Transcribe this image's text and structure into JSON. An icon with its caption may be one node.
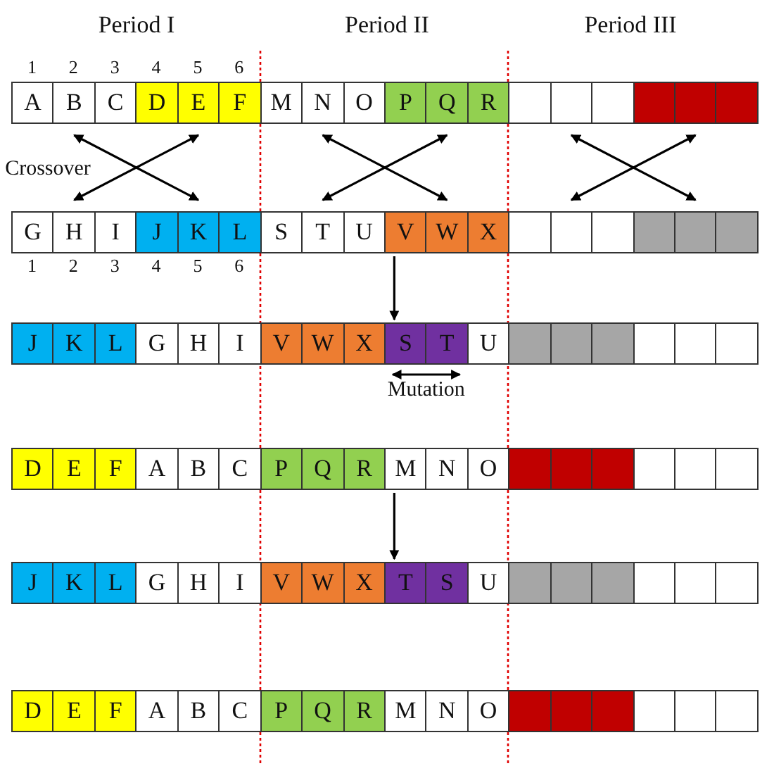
{
  "diagram": {
    "nodes": [
      {
        "text": [
          "A"
        ]
      },
      {
        "text": [
          "B"
        ]
      },
      {
        "text": [
          "C"
        ]
      },
      {
        "text": [
          "D"
        ]
      },
      {
        "text": [
          "E"
        ]
      },
      {
        "text": [
          "F"
        ]
      },
      {
        "text": [
          "M"
        ]
      },
      {
        "text": [
          "N"
        ]
      },
      {
        "text": [
          "O"
        ]
      },
      {
        "text": [
          "P"
        ]
      },
      {
        "text": [
          "Q"
        ]
      },
      {
        "text": [
          "R"
        ]
      },
      {
        "text": [],
        "shape": "box"
      },
      {
        "text": [],
        "shape": "box"
      },
      {
        "text": [],
        "shape": "box"
      },
      {
        "text": [],
        "shape": "box"
      },
      {
        "text": [],
        "shape": "box"
      },
      {
        "text": [],
        "shape": "box"
      },
      {
        "text": [
          "G"
        ]
      },
      {
        "text": [
          "H"
        ]
      },
      {
        "text": [
          "I"
        ]
      },
      {
        "text": [
          "J"
        ]
      },
      {
        "text": [
          "K"
        ]
      },
      {
        "text": [
          "L"
        ]
      },
      {
        "text": [
          "S"
        ]
      },
      {
        "text": [
          "T"
        ]
      },
      {
        "text": [
          "U"
        ]
      },
      {
        "text": [
          "V"
        ]
      },
      {
        "text": [
          "W"
        ]
      },
      {
        "text": [
          "X"
        ]
      },
      {
        "text": [],
        "shape": "box"
      },
      {
        "text": [],
        "shape": "box"
      },
      {
        "text": [],
        "shape": "box"
      },
      {
        "text": [],
        "shape": "box"
      },
      {
        "text": [],
        "shape": "box"
      },
      {
        "text": [],
        "shape": "box"
      },
      {
        "text": [
          "J"
        ]
      },
      {
        "text": [
          "K"
        ]
      },
      {
        "text": [
          "L"
        ]
      },
      {
        "text": [
          "G"
        ]
      },
      {
        "text": [
          "H"
        ]
      },
      {
        "text": [
          "I"
        ]
      },
      {
        "text": [
          "V"
        ]
      },
      {
        "text": [
          "W"
        ]
      },
      {
        "text": [
          "X"
        ]
      },
      {
        "text": [
          "S"
        ]
      },
      {
        "text": [
          "T"
        ]
      },
      {
        "text": [
          "U"
        ]
      },
      {
        "text": [],
        "shape": "box"
      },
      {
        "text": [],
        "shape": "box"
      },
      {
        "text": [],
        "shape": "box"
      },
      {
        "text": [],
        "shape": "box"
      },
      {
        "text": [],
        "shape": "box"
      },
      {
        "text": [],
        "shape": "box"
      },
      {
        "text": [
          "D"
        ]
      },
      {
        "text": [
          "E"
        ]
      },
      {
        "text": [
          "F"
        ]
      },
      {
        "text": [
          "A"
        ]
      },
      {
        "text": [
          "B"
        ]
      },
      {
        "text": [
          "C"
        ]
      },
      {
        "text": [
          "P"
        ]
      },
      {
        "text": [
          "Q"
        ]
      },
      {
        "text": [
          "R"
        ]
      },
      {
        "text": [
          "M"
        ]
      },
      {
        "text": [
          "N"
        ]
      },
      {
        "text": [
          "O"
        ]
      },
      {
        "text": [],
        "shape": "box"
      },
      {
        "text": [],
        "shape": "box"
      },
      {
        "text": [],
        "shape": "box"
      },
      {
        "text": [],
        "shape": "box"
      },
      {
        "text": [],
        "shape": "box"
      },
      {
        "text": [],
        "shape": "box"
      },
      {
        "text": [
          "J"
        ]
      },
      {
        "text": [
          "K"
        ]
      },
      {
        "text": [
          "L"
        ]
      },
      {
        "text": [
          "G"
        ]
      },
      {
        "text": [
          "H"
        ]
      },
      {
        "text": [
          "I"
        ]
      },
      {
        "text": [
          "V"
        ]
      },
      {
        "text": [
          "W"
        ]
      },
      {
        "text": [
          "X"
        ]
      },
      {
        "text": [
          "T"
        ]
      },
      {
        "text": [
          "S"
        ]
      },
      {
        "text": [
          "U"
        ]
      },
      {
        "text": [],
        "shape": "box"
      },
      {
        "text": [],
        "shape": "box"
      },
      {
        "text": [],
        "shape": "box"
      },
      {
        "text": [],
        "shape": "box"
      },
      {
        "text": [],
        "shape": "box"
      },
      {
        "text": [],
        "shape": "box"
      },
      {
        "text": [
          "D"
        ]
      },
      {
        "text": [
          "E"
        ]
      },
      {
        "text": [
          "F"
        ]
      },
      {
        "text": [
          "A"
        ]
      },
      {
        "text": [
          "B"
        ]
      },
      {
        "text": [
          "C"
        ]
      },
      {
        "text": [
          "P"
        ]
      },
      {
        "text": [
          "Q"
        ]
      },
      {
        "text": [
          "R"
        ]
      },
      {
        "text": [
          "M"
        ]
      },
      {
        "text": [
          "N"
        ]
      },
      {
        "text": [
          "O"
        ]
      },
      {
        "text": [],
        "shape": "box"
      },
      {
        "text": [],
        "shape": "box"
      },
      {
        "text": [],
        "shape": "box"
      },
      {
        "text": [],
        "shape": "box"
      },
      {
        "text": [],
        "shape": "box"
      },
      {
        "text": [],
        "shape": "box"
      }
    ],
    "edges": [
      {
        "from": 1,
        "to": 22,
        "arrow": "both"
      },
      {
        "from": 4,
        "to": 19,
        "arrow": "both"
      },
      {
        "from": 7,
        "to": 28,
        "arrow": "both"
      },
      {
        "from": 10,
        "to": 25,
        "arrow": "both"
      },
      {
        "from": 13,
        "to": 34,
        "arrow": "both"
      },
      {
        "from": 16,
        "to": 31,
        "arrow": "both"
      },
      {
        "from": 27,
        "to": 45,
        "arrow": "to"
      },
      {
        "from": 63,
        "to": 81,
        "arrow": "to"
      },
      {
        "from": 45,
        "to": 46,
        "arrow": "both",
        "label": "Mutation"
      }
    ],
    "labels": [
      "Period I",
      "Period II",
      "Period III",
      "1",
      "2",
      "3",
      "4",
      "5",
      "6",
      "Crossover",
      "1",
      "2",
      "3",
      "4",
      "5",
      "6"
    ]
  }
}
